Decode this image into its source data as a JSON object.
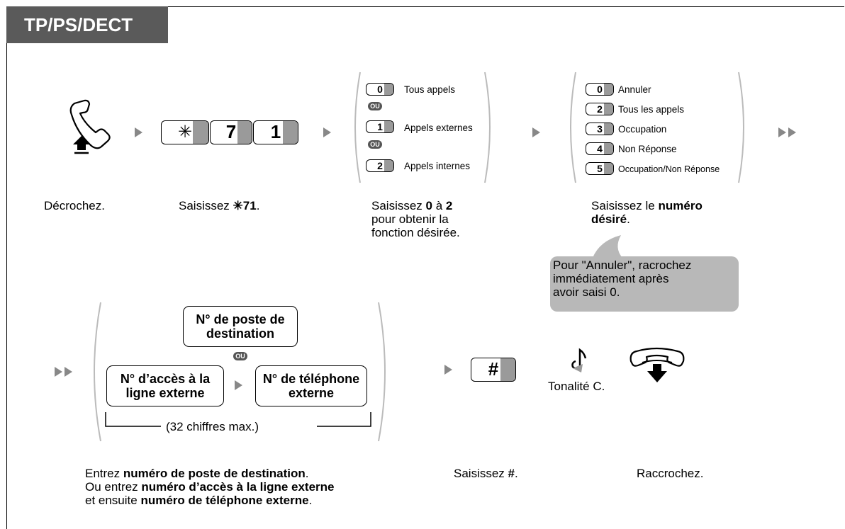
{
  "header": {
    "title": "TP/PS/DECT"
  },
  "step1": {
    "caption": "Décrochez."
  },
  "step2": {
    "keys": [
      "✳",
      "7",
      "1"
    ],
    "caption_prefix": "Saisissez ",
    "caption_code": "✳71",
    "caption_suffix": "."
  },
  "step3": {
    "options": [
      {
        "key": "0",
        "label": "Tous appels"
      },
      {
        "key": "1",
        "label": "Appels externes"
      },
      {
        "key": "2",
        "label": "Appels internes"
      }
    ],
    "or_badge": "OU",
    "caption": {
      "line1_prefix": "Saisissez ",
      "line1_b1": "0",
      "line1_mid": " à ",
      "line1_b2": "2",
      "line2": "pour obtenir la",
      "line3": "fonction désirée."
    }
  },
  "step4": {
    "options": [
      {
        "key": "0",
        "label": "Annuler"
      },
      {
        "key": "2",
        "label": "Tous les appels"
      },
      {
        "key": "3",
        "label": "Occupation"
      },
      {
        "key": "4",
        "label": "Non Réponse"
      },
      {
        "key": "5",
        "label": "Occupation/Non Réponse"
      }
    ],
    "caption": {
      "line1_prefix": "Saisissez le ",
      "line1_bold": "numéro",
      "line2_bold": "désiré",
      "line2_suffix": "."
    },
    "note": {
      "line1": "Pour \"Annuler\", racrochez",
      "line2": "immédiatement après",
      "line3": "avoir saisi 0."
    }
  },
  "step5": {
    "box_dest": [
      "N° de poste de",
      "destination"
    ],
    "box_line": [
      "N° d’accès à la",
      "ligne externe"
    ],
    "box_phone": [
      "N° de téléphone",
      "externe"
    ],
    "or_badge": "OU",
    "max_note": "(32 chiffres max.)",
    "caption": {
      "l1_prefix": "Entrez ",
      "l1_bold": "numéro de poste de destination",
      "l1_suffix": ".",
      "l2_prefix": "Ou entrez ",
      "l2_bold": "numéro d’accès à la ligne externe",
      "l3_prefix": "et ensuite ",
      "l3_bold": "numéro de téléphone externe",
      "l3_suffix": "."
    }
  },
  "step6": {
    "key": "#",
    "caption_prefix": "Saisissez ",
    "caption_bold": "#",
    "caption_suffix": "."
  },
  "step7": {
    "tone_label": "Tonalité C.",
    "caption": "Raccrochez."
  },
  "colors": {
    "header_bg": "#5a5a5a",
    "arrow": "#888888",
    "key_shade": "#9a9a9a",
    "callout_bg": "#b8b8b8"
  }
}
